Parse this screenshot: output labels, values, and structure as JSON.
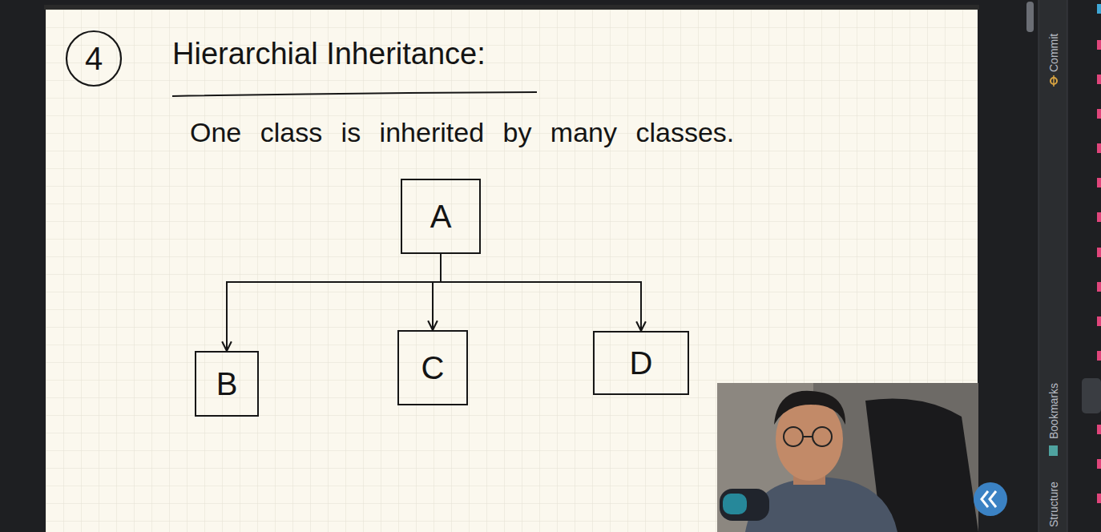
{
  "diagram": {
    "title": "Hierarchial Inheritance:",
    "nodes": [
      {
        "text": [
          "A"
        ]
      },
      {
        "text": [
          "B"
        ]
      },
      {
        "text": [
          "C"
        ]
      },
      {
        "text": [
          "D"
        ]
      }
    ],
    "edges": [
      {
        "from": 0,
        "to": 1,
        "arrow": "to"
      },
      {
        "from": 0,
        "to": 2,
        "arrow": "to"
      },
      {
        "from": 0,
        "to": 3,
        "arrow": "to"
      }
    ],
    "labels": [
      "4",
      "One class is inherited by many classes.",
      "Commit",
      "Bookmarks",
      "Structure"
    ]
  }
}
